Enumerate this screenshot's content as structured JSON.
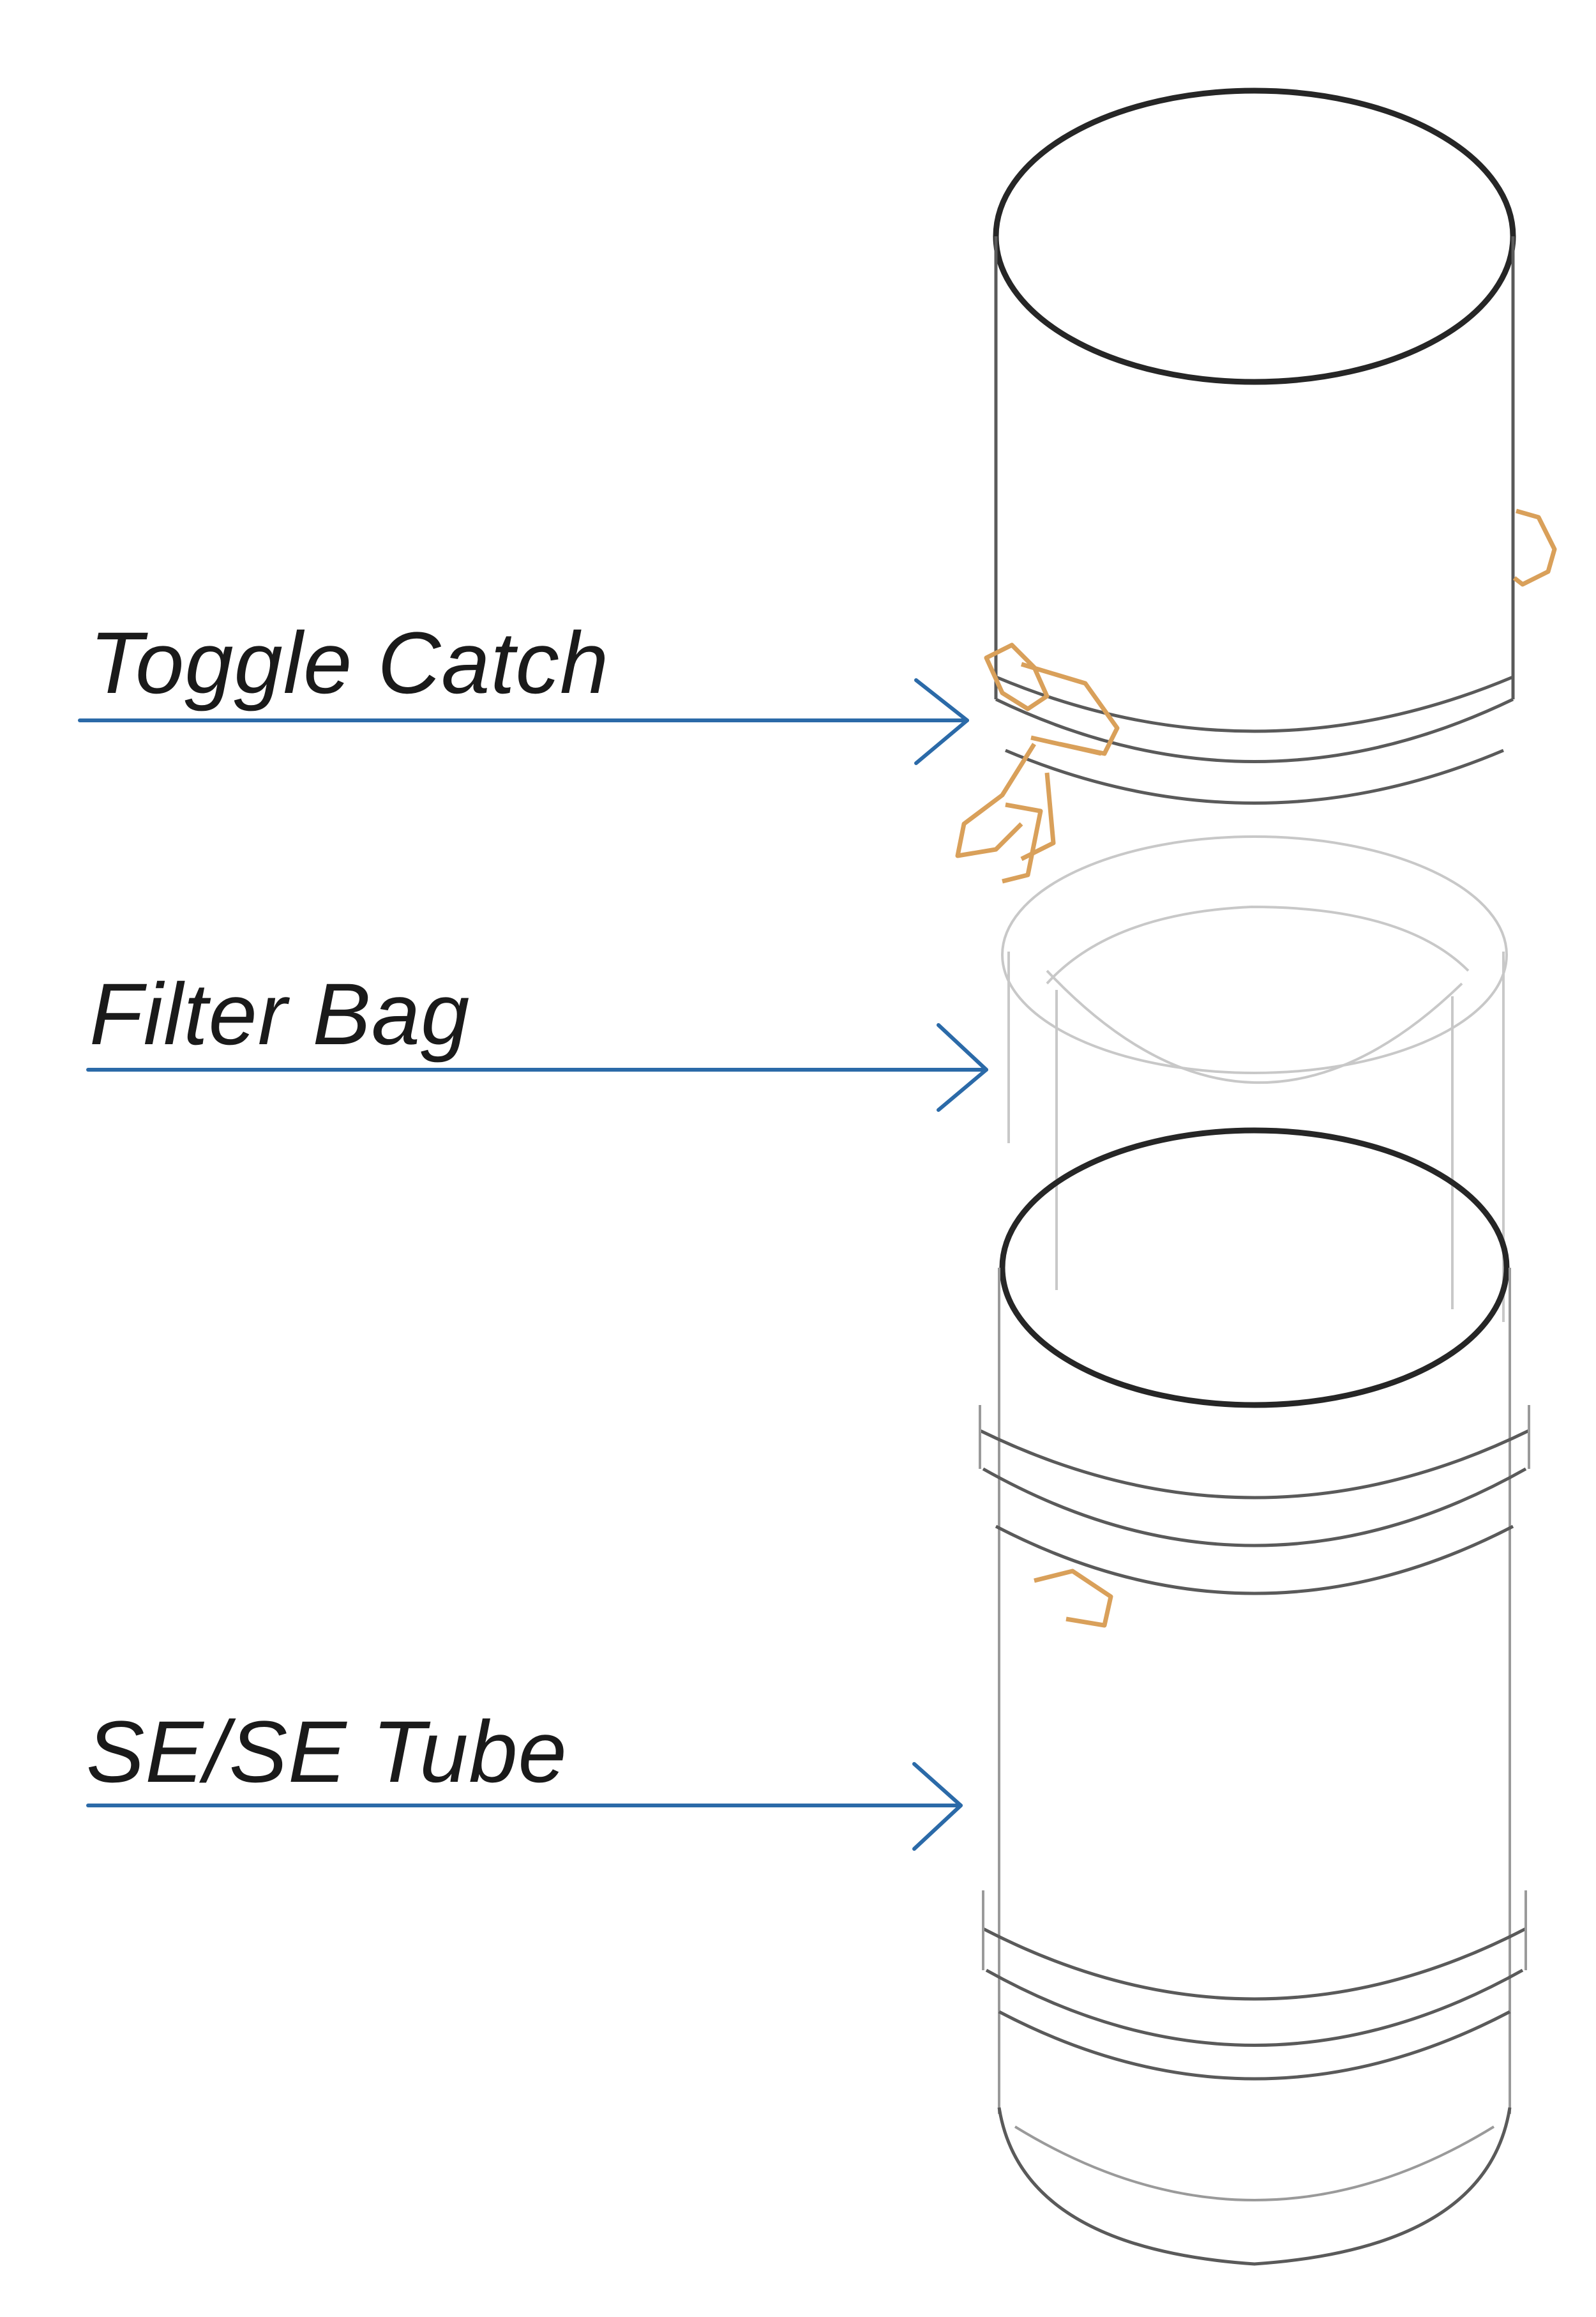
{
  "callouts": [
    {
      "id": "toggle-catch",
      "label": "Toggle Catch"
    },
    {
      "id": "filter-bag",
      "label": "Filter Bag"
    },
    {
      "id": "se-se-tube",
      "label": "SE/SE Tube"
    }
  ],
  "colors": {
    "arrow": "#2b6aa8",
    "toggle_catch": "#d9a05a",
    "outline": "#262626"
  }
}
